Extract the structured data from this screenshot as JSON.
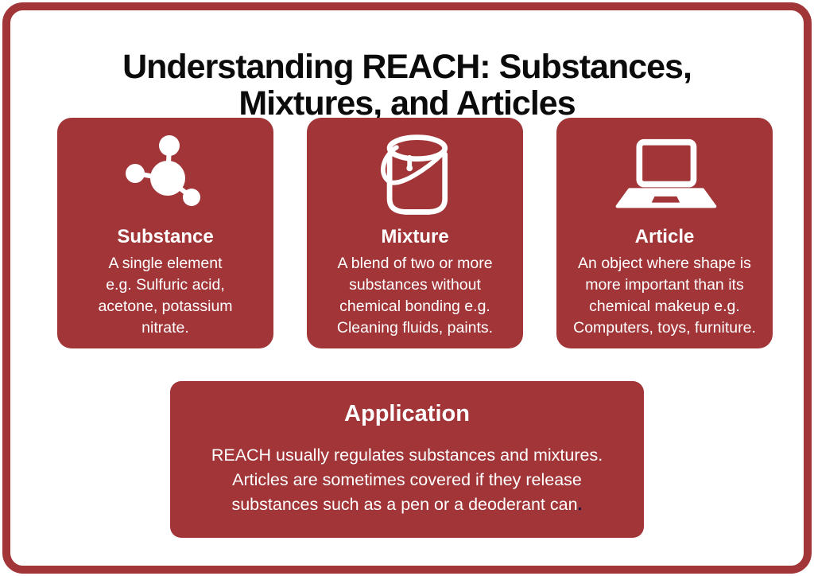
{
  "page": {
    "title": "Understanding REACH: Substances,\nMixtures, and Articles"
  },
  "colors": {
    "card_red": "#A13538",
    "frame_red": "#A13538",
    "title_black": "#0B0B0B",
    "text_white": "#FFFFFF",
    "period_navy": "#1A1A3E"
  },
  "cards": [
    {
      "icon": "molecule-icon",
      "heading": "Substance",
      "body": "A single element\ne.g. Sulfuric acid,\nacetone, potassium\nnitrate."
    },
    {
      "icon": "paint-bucket-icon",
      "heading": "Mixture",
      "body": "A blend of two or more\nsubstances without\nchemical bonding e.g.\nCleaning fluids, paints."
    },
    {
      "icon": "laptop-icon",
      "heading": "Article",
      "body": "An object where shape is\nmore important than its\nchemical makeup e.g.\nComputers, toys, furniture."
    }
  ],
  "application": {
    "heading": "Application",
    "body": "REACH usually regulates substances and mixtures.\nArticles are sometimes covered if they release\nsubstances such as a pen or a deoderant can",
    "period": "."
  }
}
